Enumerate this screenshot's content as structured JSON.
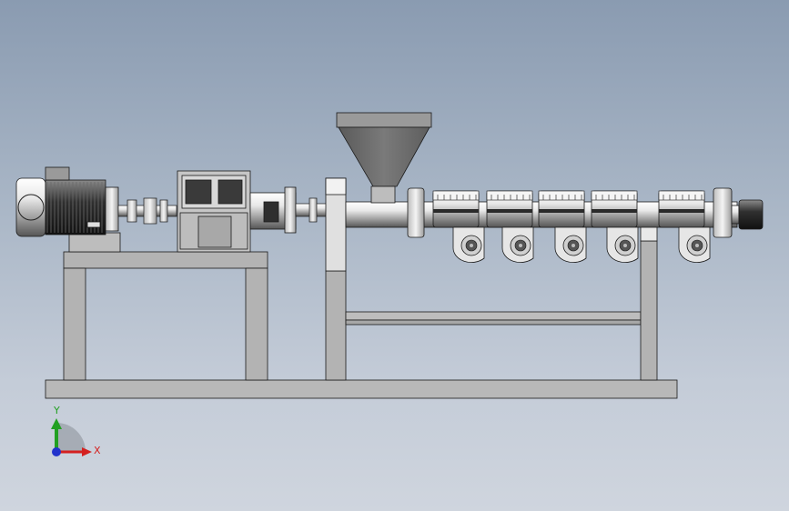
{
  "view": {
    "background_top": "#8a9bb1",
    "background_bottom": "#cfd5de"
  },
  "model": {
    "frame_color": "#b3b3b3",
    "metal_color": "#d9d9d9",
    "hopper_color": "#6e6e6e",
    "motor_color": "#3c3c3c",
    "outline_color": "#1a1a1a",
    "heater_bands": 5,
    "cooling_fans": 5
  },
  "triad": {
    "x_label": "X",
    "y_label": "Y",
    "x_color": "#d42020",
    "y_color": "#22a022",
    "z_color": "#2233cc"
  }
}
